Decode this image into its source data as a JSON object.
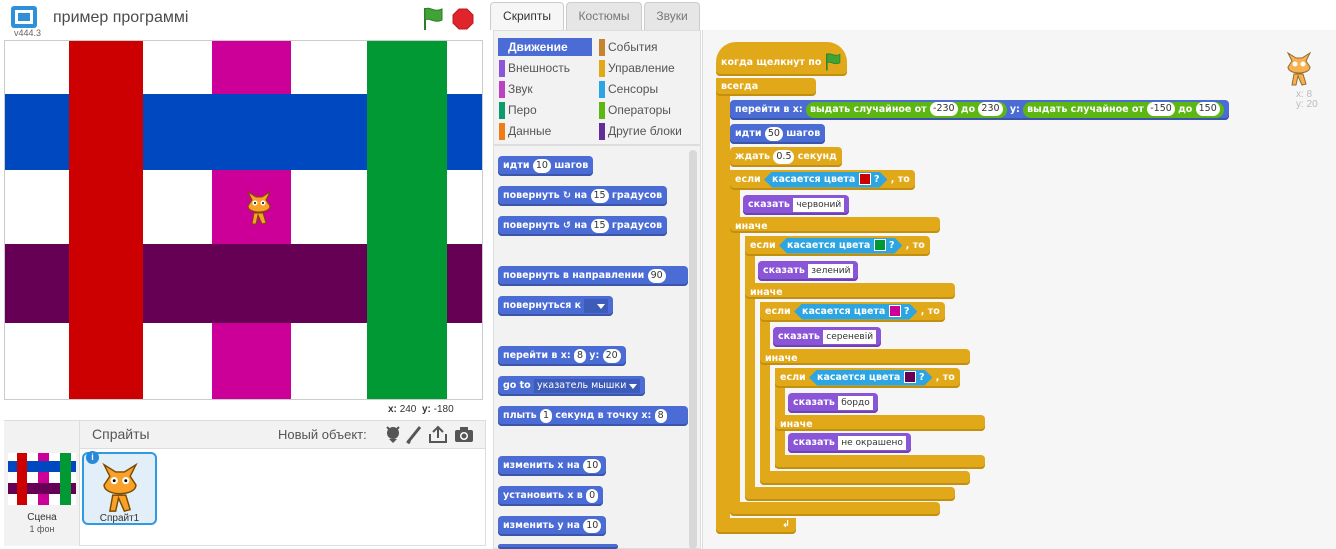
{
  "stage": {
    "version": "v444.3",
    "project_title": "пример программі",
    "coords_x_label": "x:",
    "coords_x": "240",
    "coords_y_label": "y:",
    "coords_y": "-180",
    "colors": {
      "red": "#cc0000",
      "blue": "#0048c0",
      "magenta": "#cc0099",
      "green": "#009933",
      "burgundy": "#660055"
    }
  },
  "sprites": {
    "title": "Спрайты",
    "new_object": "Новый объект:",
    "scene_name": "Сцена",
    "scene_sub": "1 фон",
    "sprite_name": "Спрайт1",
    "info_glyph": "i"
  },
  "tabs": [
    "Скрипты",
    "Костюмы",
    "Звуки"
  ],
  "categories": [
    {
      "label": "Движение",
      "color": "#4a6cd4"
    },
    {
      "label": "События",
      "color": "#c88330"
    },
    {
      "label": "Внешность",
      "color": "#8a55d7"
    },
    {
      "label": "Управление",
      "color": "#e1a91a"
    },
    {
      "label": "Звук",
      "color": "#bb42c3"
    },
    {
      "label": "Сенсоры",
      "color": "#2ca5e2"
    },
    {
      "label": "Перо",
      "color": "#0e9a6c"
    },
    {
      "label": "Операторы",
      "color": "#5cb712"
    },
    {
      "label": "Данные",
      "color": "#ee7d16"
    },
    {
      "label": "Другие блоки",
      "color": "#632d99"
    }
  ],
  "palette": {
    "move": "идти",
    "move_n": "10",
    "move_unit": "шагов",
    "turn_r": "повернуть",
    "turn_r_on": "на",
    "turn_r_n": "15",
    "turn_r_unit": "градусов",
    "turn_l": "повернуть",
    "turn_l_on": "на",
    "turn_l_n": "15",
    "turn_l_unit": "градусов",
    "point_dir": "повернуть в направлении",
    "point_dir_n": "90",
    "point_to": "повернуться к",
    "goto_xy": "перейти в x:",
    "goto_x": "8",
    "goto_y_label": "y:",
    "goto_y": "20",
    "goto": "go to",
    "goto_target": "указатель мышки",
    "glide": "плыть",
    "glide_n": "1",
    "glide_rest": "секунд в точку x:",
    "glide_x": "8",
    "change_x": "изменить х на",
    "change_x_n": "10",
    "set_x": "установить х в",
    "set_x_n": "0",
    "change_y": "изменить у на",
    "change_y_n": "10"
  },
  "script": {
    "hat": "когда щелкнут по",
    "forever": "всегда",
    "goto_xy": "перейти в x:",
    "rand": "выдать случайное от",
    "rand_to": "до",
    "x_from": "-230",
    "x_to": "230",
    "y_label": "y:",
    "y_from": "-150",
    "y_to": "150",
    "move": "идти",
    "move_n": "50",
    "move_unit": "шагов",
    "wait": "ждать",
    "wait_n": "0.5",
    "wait_unit": "секунд",
    "if": "если",
    "then": ", то",
    "else": "иначе",
    "touching": "касается цвета",
    "q": "?",
    "say": "сказать",
    "say1": "червоний",
    "say2": "зелений",
    "say3": "сереневій",
    "say4": "бордо",
    "say5": "не окрашено",
    "c1": "#cc0000",
    "c2": "#009933",
    "c3": "#cc0099",
    "c4": "#660055",
    "xy_small_x": "x: 8",
    "xy_small_y": "y: 20"
  }
}
